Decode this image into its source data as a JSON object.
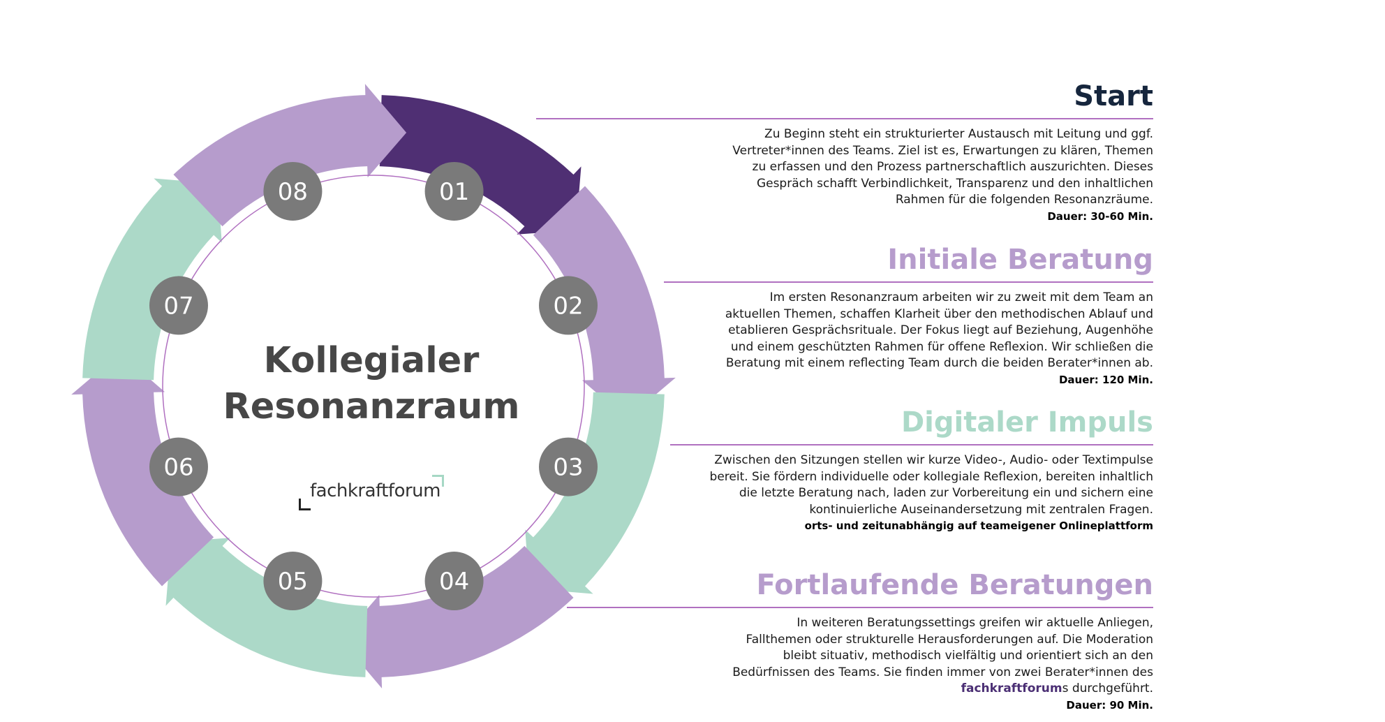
{
  "center": {
    "title_line1": "Kollegialer",
    "title_line2": "Resonanzraum"
  },
  "logo": {
    "text": "fachkraftforum"
  },
  "steps": [
    {
      "label": "01"
    },
    {
      "label": "02"
    },
    {
      "label": "03"
    },
    {
      "label": "04"
    },
    {
      "label": "05"
    },
    {
      "label": "06"
    },
    {
      "label": "07"
    },
    {
      "label": "08"
    }
  ],
  "colors": {
    "dark_purple": "#4f2f73",
    "light_purple": "#b69ccc",
    "mint": "#acd9c8",
    "step_badge": "#7a7a7a",
    "title_dark": "#16263d",
    "rule": "#b070c0"
  },
  "sections": [
    {
      "title": "Start",
      "lines": [
        "Zu Beginn steht ein strukturierter Austausch mit Leitung und ggf.",
        "Vertreter*innen des Teams. Ziel ist es, Erwartungen zu klären, Themen",
        "zu erfassen und den Prozess partnerschaftlich auszurichten. Dieses",
        "Gespräch schafft Verbindlichkeit, Transparenz und den inhaltlichen",
        "Rahmen für die folgenden Resonanzräume."
      ],
      "duration": "Dauer: 30-60 Min."
    },
    {
      "title": "Initiale Beratung",
      "lines": [
        "Im ersten Resonanzraum arbeiten wir zu zweit mit dem Team an",
        "aktuellen Themen, schaffen Klarheit über den methodischen Ablauf und",
        "etablieren Gesprächsrituale. Der Fokus liegt auf Beziehung, Augenhöhe",
        "und einem geschützten Rahmen für offene Reflexion. Wir schließen die",
        "Beratung mit einem reflecting Team durch die beiden Berater*innen ab."
      ],
      "duration": "Dauer: 120 Min."
    },
    {
      "title": "Digitaler Impuls",
      "lines": [
        "Zwischen den Sitzungen stellen wir kurze Video-, Audio- oder Textimpulse",
        "bereit. Sie fördern individuelle oder kollegiale Reflexion, bereiten inhaltlich",
        "die letzte Beratung nach, laden zur Vorbereitung ein und sichern eine",
        "kontinuierliche Auseinandersetzung mit zentralen Fragen."
      ],
      "duration": "orts- und zeitunabhängig auf teameigener Onlineplattform"
    },
    {
      "title": "Fortlaufende Beratungen",
      "lines": [
        "In weiteren Beratungssettings greifen wir aktuelle Anliegen,",
        "Fallthemen oder strukturelle Herausforderungen auf. Die Moderation",
        "bleibt situativ, methodisch vielfältig und orientiert sich an den",
        "Bedürfnissen des Teams. Sie finden immer von zwei Berater*innen des"
      ],
      "brand": "fachkraftforum",
      "last_line_suffix": "s durchgeführt.",
      "duration": "Dauer: 90 Min."
    }
  ]
}
